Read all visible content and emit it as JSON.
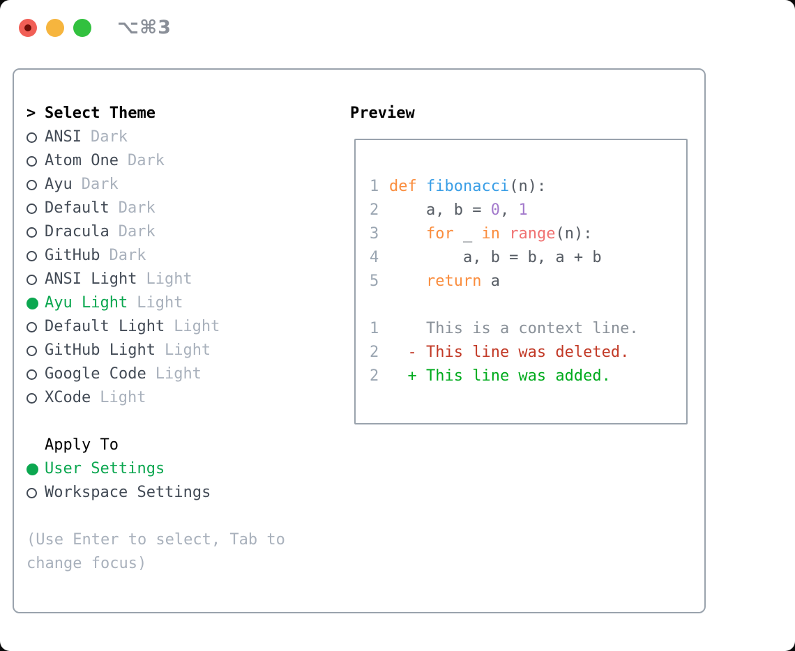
{
  "window": {
    "title": "⌥⌘3",
    "traffic_lights": {
      "close": "close",
      "minimize": "minimize",
      "zoom": "zoom"
    }
  },
  "theme_panel": {
    "header": {
      "prefix": "> ",
      "label": "Select Theme"
    },
    "themes": [
      {
        "name": "ANSI",
        "variant": "Dark",
        "selected": false
      },
      {
        "name": "Atom One",
        "variant": "Dark",
        "selected": false
      },
      {
        "name": "Ayu",
        "variant": "Dark",
        "selected": false
      },
      {
        "name": "Default",
        "variant": "Dark",
        "selected": false
      },
      {
        "name": "Dracula",
        "variant": "Dark",
        "selected": false
      },
      {
        "name": "GitHub",
        "variant": "Dark",
        "selected": false
      },
      {
        "name": "ANSI Light",
        "variant": "Light",
        "selected": false
      },
      {
        "name": "Ayu Light",
        "variant": "Light",
        "selected": true
      },
      {
        "name": "Default Light",
        "variant": "Light",
        "selected": false
      },
      {
        "name": "GitHub Light",
        "variant": "Light",
        "selected": false
      },
      {
        "name": "Google Code",
        "variant": "Light",
        "selected": false
      },
      {
        "name": "XCode",
        "variant": "Light",
        "selected": false
      }
    ],
    "apply_to": {
      "header": "Apply To",
      "options": [
        {
          "label": "User Settings",
          "selected": true
        },
        {
          "label": "Workspace Settings",
          "selected": false
        }
      ]
    },
    "hint_lines": [
      "(Use Enter to select, Tab to",
      "change focus)"
    ]
  },
  "preview": {
    "header": "Preview",
    "code_lines": [
      {
        "num": "1",
        "tokens": [
          {
            "t": "def",
            "c": "keyword"
          },
          {
            "t": " ",
            "c": "fg"
          },
          {
            "t": "fibonacci",
            "c": "function"
          },
          {
            "t": "(n):",
            "c": "fg"
          }
        ]
      },
      {
        "num": "2",
        "tokens": [
          {
            "t": "    a, b = ",
            "c": "fg"
          },
          {
            "t": "0",
            "c": "number"
          },
          {
            "t": ", ",
            "c": "fg"
          },
          {
            "t": "1",
            "c": "number"
          }
        ]
      },
      {
        "num": "3",
        "tokens": [
          {
            "t": "    ",
            "c": "fg"
          },
          {
            "t": "for",
            "c": "keyword"
          },
          {
            "t": " _ ",
            "c": "fg"
          },
          {
            "t": "in",
            "c": "keyword"
          },
          {
            "t": " ",
            "c": "fg"
          },
          {
            "t": "range",
            "c": "builtin"
          },
          {
            "t": "(n):",
            "c": "fg"
          }
        ]
      },
      {
        "num": "4",
        "tokens": [
          {
            "t": "        a, b = b, a + b",
            "c": "fg"
          }
        ]
      },
      {
        "num": "5",
        "tokens": [
          {
            "t": "    ",
            "c": "fg"
          },
          {
            "t": "return",
            "c": "keyword"
          },
          {
            "t": " a",
            "c": "fg"
          }
        ]
      },
      {
        "num": "",
        "tokens": []
      },
      {
        "num": "1",
        "tokens": [
          {
            "t": "    This is a context line.",
            "c": "context"
          }
        ]
      },
      {
        "num": "2",
        "tokens": [
          {
            "t": "  - This line was deleted.",
            "c": "deleted"
          }
        ]
      },
      {
        "num": "2",
        "tokens": [
          {
            "t": "  + This line was added.",
            "c": "added"
          }
        ]
      }
    ]
  },
  "colors": {
    "keyword": "#fa8d3e",
    "function": "#399ee6",
    "number": "#a37acc",
    "builtin": "#f07171",
    "fg": "#565c64",
    "line_number": "#9aa5b1",
    "context": "#8a9199",
    "deleted": "#c23a27",
    "added": "#00ab1d",
    "selected_green": "#0ca750",
    "item_text": "#434b56",
    "variant_tag": "#a9b1bc",
    "panel_border": "#9aa3ad",
    "title_gray": "#8a8f98",
    "traffic_red": "#f15f56",
    "traffic_yellow": "#f6b53e",
    "traffic_green": "#32c13f"
  }
}
